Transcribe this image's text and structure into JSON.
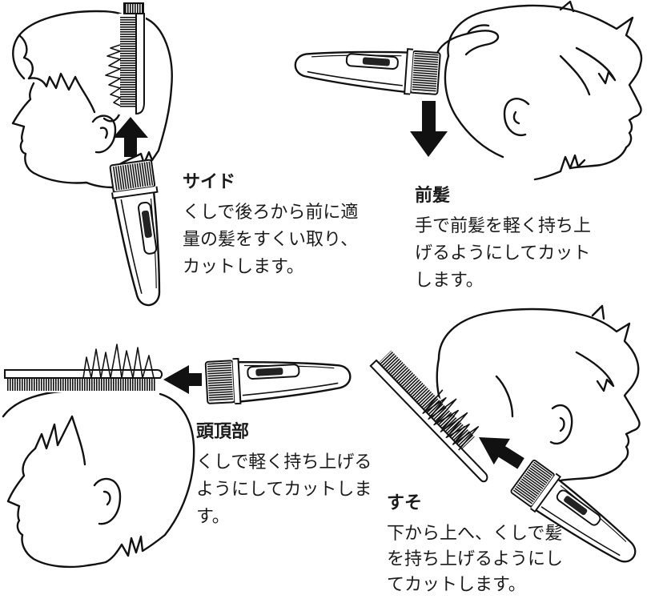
{
  "panels": [
    {
      "title": "サイド",
      "lines": [
        "くしで後ろから前に適",
        "量の髪をすくい取り、",
        "カットします。"
      ]
    },
    {
      "title": "前髪",
      "lines": [
        "手で前髪を軽く持ち上",
        "げるようにしてカット",
        "します。"
      ]
    },
    {
      "title": "頭頂部",
      "lines": [
        "くしで軽く持ち上げる",
        "ようにしてカットしま",
        "す。"
      ]
    },
    {
      "title": "すそ",
      "lines": [
        "下から上へ、くしで髪",
        "を持ち上げるようにし",
        "てカットします。"
      ]
    }
  ],
  "colors": {
    "ink": "#1a1a1a",
    "paper": "#ffffff"
  }
}
